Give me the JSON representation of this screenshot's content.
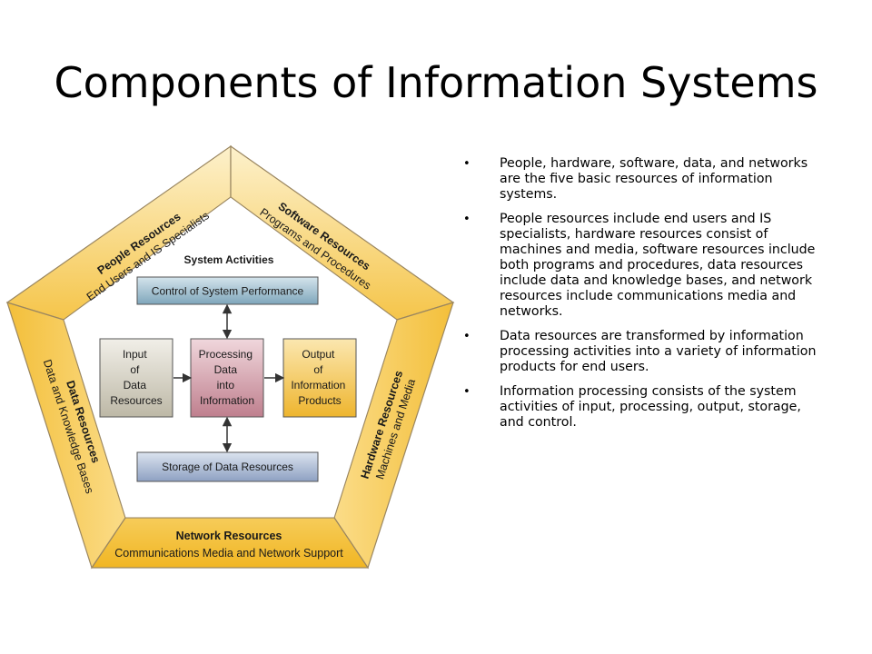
{
  "slide": {
    "title": "Components of Information Systems",
    "bullets": [
      "People, hardware, software, data, and networks are the five basic resources of information systems.",
      "People resources include end users and IS specialists, hardware resources consist of machines and media, software resources include both programs and procedures, data resources include data and knowledge bases, and network resources include communications media and networks.",
      "Data resources are transformed by information processing activities into a variety of information products for end users.",
      "Information processing consists of the system activities of input, processing, output, storage, and control."
    ]
  },
  "diagram": {
    "center_title": "System Activities",
    "control": "Control of System Performance",
    "storage": "Storage of Data Resources",
    "input": [
      "Input",
      "of",
      "Data",
      "Resources"
    ],
    "processing": [
      "Processing",
      "Data",
      "into",
      "Information"
    ],
    "output": [
      "Output",
      "of",
      "Information",
      "Products"
    ],
    "people": {
      "title": "People Resources",
      "subtitle": "End Users and IS Specialists"
    },
    "software": {
      "title": "Software Resources",
      "subtitle": "Programs and Procedures"
    },
    "hardware": {
      "title": "Hardware Resources",
      "subtitle": "Machines and Media"
    },
    "network": {
      "title": "Network Resources",
      "subtitle": "Communications Media and Network Support"
    },
    "data": {
      "title": "Data Resources",
      "subtitle": "Data and Knowledge Bases"
    }
  },
  "colors": {
    "frame_fill": "#f3c13a",
    "frame_light": "#fbe2a0",
    "frame_stroke": "#9a8660",
    "control_box": "#8fb3c6",
    "storage_box": "#9fb0cc",
    "input_box": "#cfcbbd",
    "processing_box": "#c98f9d",
    "output_box": "#f2c24a"
  }
}
